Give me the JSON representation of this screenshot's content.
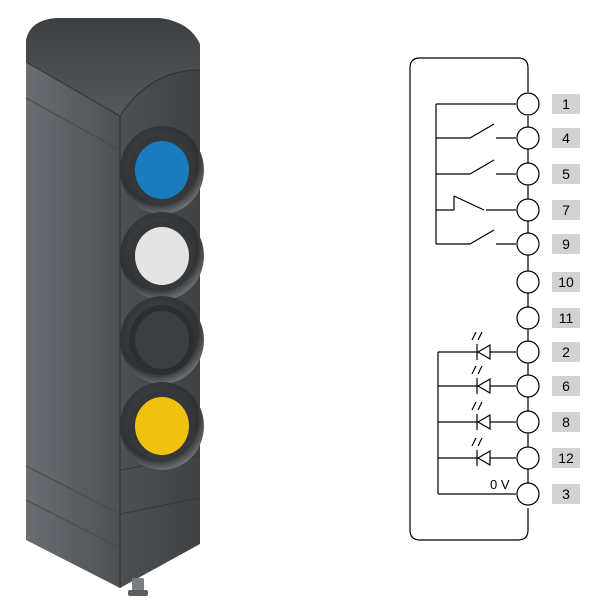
{
  "device": {
    "buttons": [
      {
        "name": "blue",
        "color": "#1a7bbf"
      },
      {
        "name": "white",
        "color": "#e4e4e4"
      },
      {
        "name": "black",
        "color": "#3c3e40"
      },
      {
        "name": "yellow",
        "color": "#f0c20f"
      }
    ],
    "housing_color": "#525659"
  },
  "wiring": {
    "pins": [
      "1",
      "4",
      "5",
      "7",
      "9",
      "10",
      "11",
      "2",
      "6",
      "8",
      "12",
      "3"
    ],
    "common_label": "0 V",
    "contacts": [
      "pin-4",
      "pin-5",
      "pin-7-changeover",
      "pin-9"
    ],
    "leds": [
      "pin-2",
      "pin-6",
      "pin-8",
      "pin-12"
    ],
    "label_box_color": "#d2d2d2"
  }
}
